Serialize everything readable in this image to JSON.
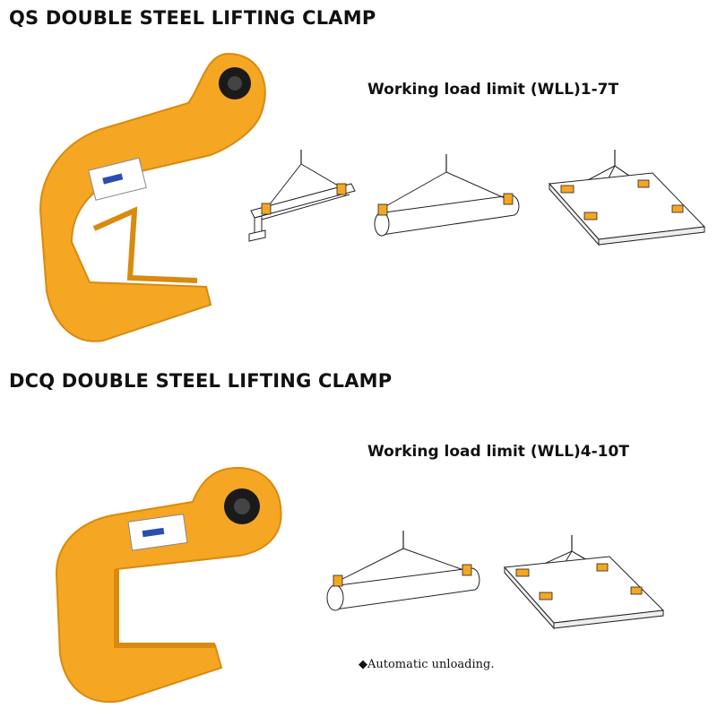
{
  "sections": [
    {
      "title": "QS DOUBLE STEEL LIFTING CLAMP",
      "wll": "Working load limit (WLL)1-7T",
      "diagrams": [
        "i-beam-lift-icon",
        "pipe-lift-icon",
        "plate-lift-icon"
      ]
    },
    {
      "title": "DCQ DOUBLE STEEL LIFTING CLAMP",
      "wll": "Working load limit (WLL)4-10T",
      "diagrams": [
        "pipe-lift-icon",
        "plate-lift-icon"
      ]
    }
  ],
  "note": "Automatic unloading.",
  "note_bullet": "◆",
  "colors": {
    "clamp_orange": "#f5a623",
    "clamp_shadow": "#d98a0f",
    "ink": "#111111"
  }
}
